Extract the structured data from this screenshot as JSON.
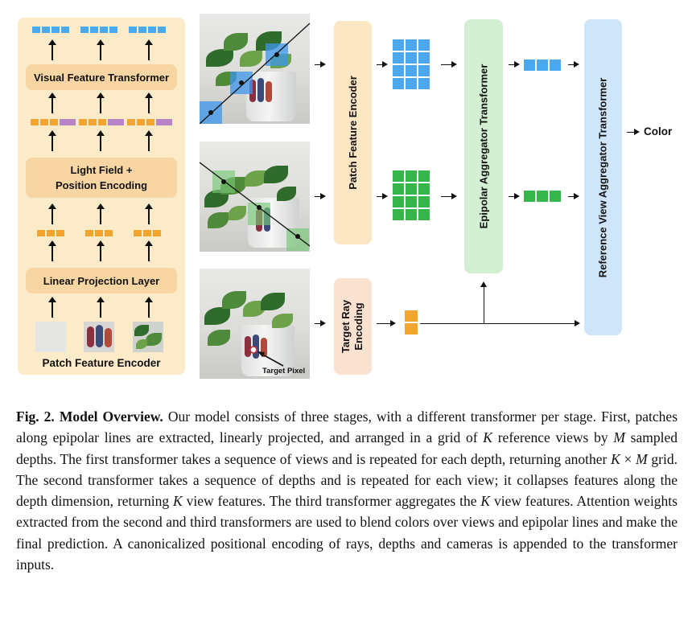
{
  "encoder_panel": {
    "visual_feature_transformer": "Visual Feature Transformer",
    "light_field_line1": "Light Field +",
    "light_field_line2": "Position Encoding",
    "linear_projection": "Linear Projection Layer",
    "title": "Patch Feature Encoder"
  },
  "pipeline": {
    "patch_feature_encoder": "Patch Feature Encoder",
    "epipolar_aggregator": "Epipolar Aggregator Transformer",
    "reference_view_aggregator": "Reference View Aggregator Transformer",
    "target_ray_line1": "Target Ray",
    "target_ray_line2": "Encoding",
    "target_pixel": "Target Pixel",
    "output": "Color"
  },
  "colors": {
    "reference_view_1": "#4aa8ee",
    "reference_view_2": "#35b54a",
    "target_ray": "#f3a52e",
    "encoder_panel_bg": "#fcebc9",
    "epipolar_box": "#d4f0d2",
    "reference_box": "#cfe6fa",
    "target_box": "#fbe1cf"
  },
  "caption": {
    "label": "Fig. 2.",
    "heading": "Model Overview.",
    "s1": "Our model consists of three stages, with a different transformer per stage. First, patches along epipolar lines are extracted, linearly projected, and arranged in a grid of ",
    "K1": "K",
    "s2": " reference views by ",
    "M1": "M",
    "s3": " sampled depths. The first transformer takes a sequence of views and is repeated for each depth, returning another ",
    "K2": "K",
    "times": " × ",
    "M2": "M",
    "s4": " grid. The second transformer takes a sequence of depths and is repeated for each view; it collapses features along the depth dimension, returning ",
    "K3": "K",
    "s5": " view features. The third transformer aggregates the ",
    "K4": "K",
    "s6": " view features. Attention weights extracted from the second and third transformers are used to blend colors over views and epipolar lines and make the final prediction. A canonicalized positional encoding of rays, depths and cameras is appended to the transformer inputs."
  }
}
